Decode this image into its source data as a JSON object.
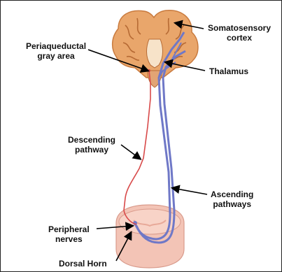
{
  "labels": {
    "somatosensory_l1": "Somatosensory",
    "somatosensory_l2": "cortex",
    "periaqueductal_l1": "Periaqueductal",
    "periaqueductal_l2": "gray area",
    "thalamus": "Thalamus",
    "descending_l1": "Descending",
    "descending_l2": "pathway",
    "ascending_l1": "Ascending",
    "ascending_l2": "pathways",
    "peripheral_l1": "Peripheral",
    "peripheral_l2": "nerves",
    "dorsal_horn": "Dorsal Horn"
  },
  "colors": {
    "brain_fill": "#e9a66b",
    "brain_dark": "#c97b3f",
    "spinal_fill": "#f3c4b6",
    "ascending_pathway": "#6f78c7",
    "descending_pathway": "#d84a4a",
    "label_text": "#111111",
    "leader_line": "#000000"
  }
}
